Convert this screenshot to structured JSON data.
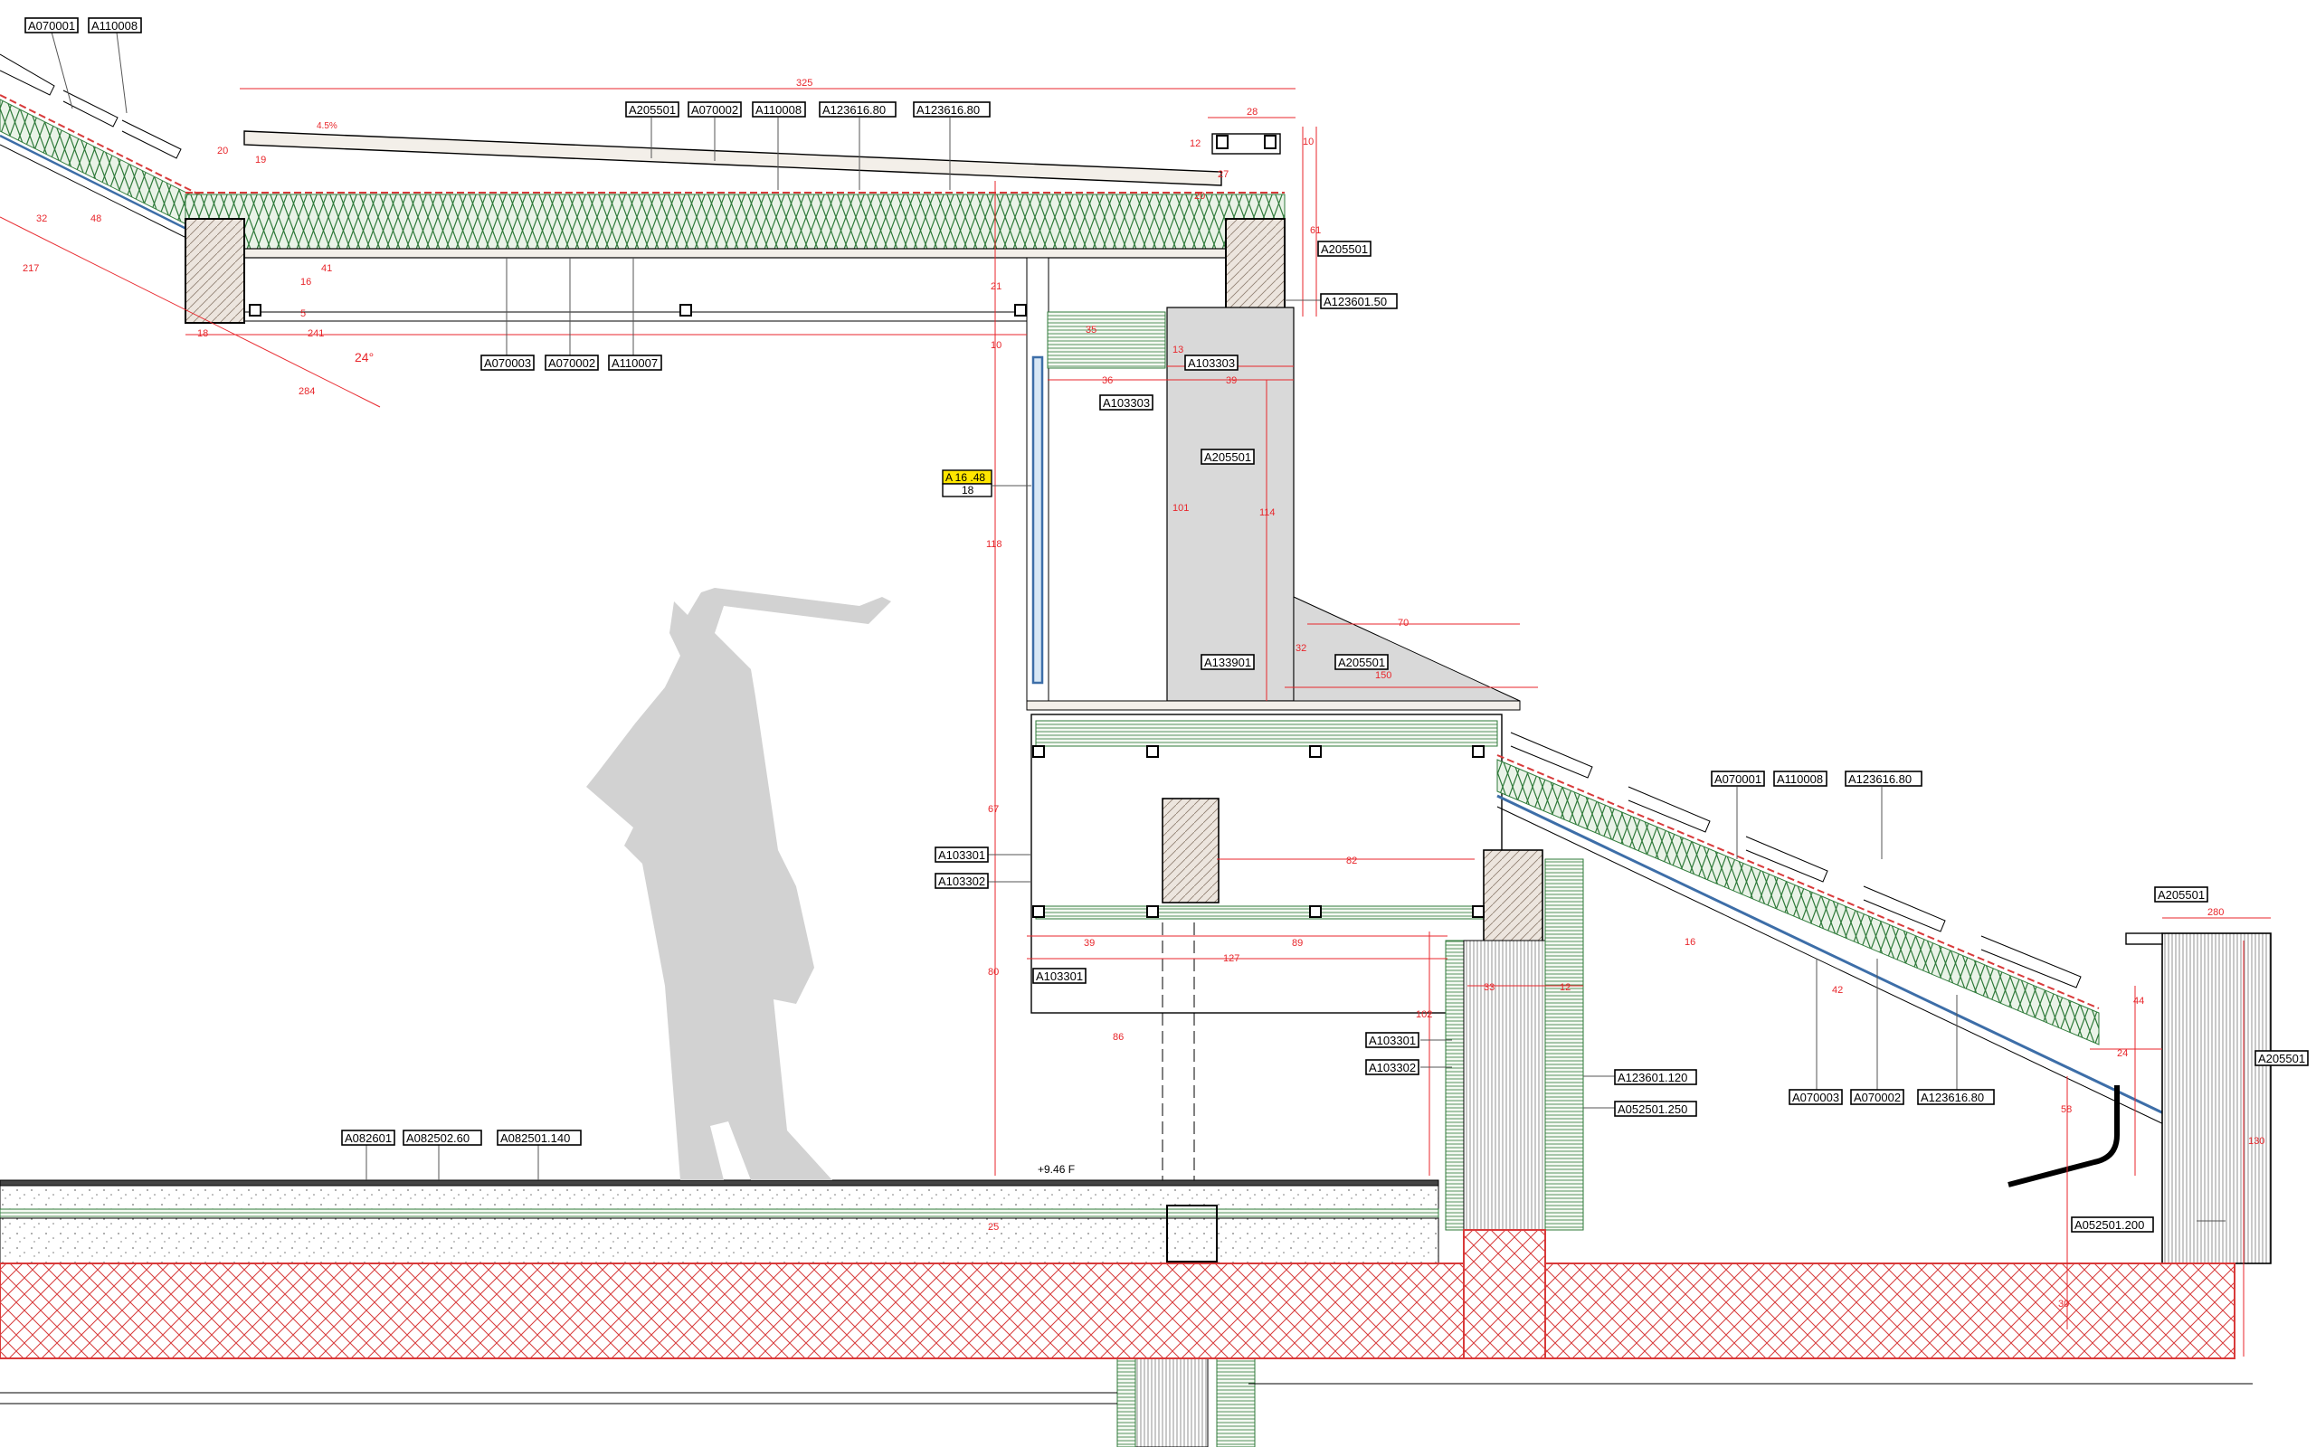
{
  "labels": [
    "A070001",
    "A110008",
    "A205501",
    "A070002",
    "A110008",
    "A123616.80",
    "A123616.80",
    "A205501",
    "A123601.50",
    "A070003",
    "A070002",
    "A110007",
    "A103303",
    "A103303",
    "A205501",
    "A133901",
    "A205501",
    "A103301",
    "A103302",
    "A103301",
    "A070001",
    "A110008",
    "A123616.80",
    "A205501",
    "A205501",
    "A103301",
    "A103302",
    "A123601.120",
    "A052501.250",
    "A070003",
    "A070002",
    "A123616.80",
    "A082601",
    "A082502.60",
    "A082501.140",
    "A052501.200"
  ],
  "highlight": {
    "top": "A 16 .48",
    "bottom": "18"
  },
  "level_mark": "+9.46 F",
  "slope_mark": "4.5%",
  "angle_mark": "24°",
  "dims": [
    "325",
    "28",
    "12",
    "20",
    "19",
    "27",
    "10",
    "20",
    "61",
    "48",
    "32",
    "217",
    "16",
    "41",
    "5",
    "18",
    "241",
    "21",
    "10",
    "13",
    "36",
    "39",
    "35",
    "284",
    "101",
    "114",
    "118",
    "70",
    "150",
    "32",
    "67",
    "82",
    "39",
    "89",
    "127",
    "80",
    "86",
    "102",
    "33",
    "12",
    "16",
    "42",
    "44",
    "24",
    "58",
    "130",
    "280",
    "25",
    "30"
  ],
  "colors": {
    "insulation": "#2f7a3a",
    "dimension": "#e8262b",
    "concrete_hatch": "#d83a3a",
    "wood": "#c8bcb0",
    "grey_fill": "#d9d9d9",
    "glass": "#3d6ea8",
    "figure": "#d2d2d2"
  }
}
